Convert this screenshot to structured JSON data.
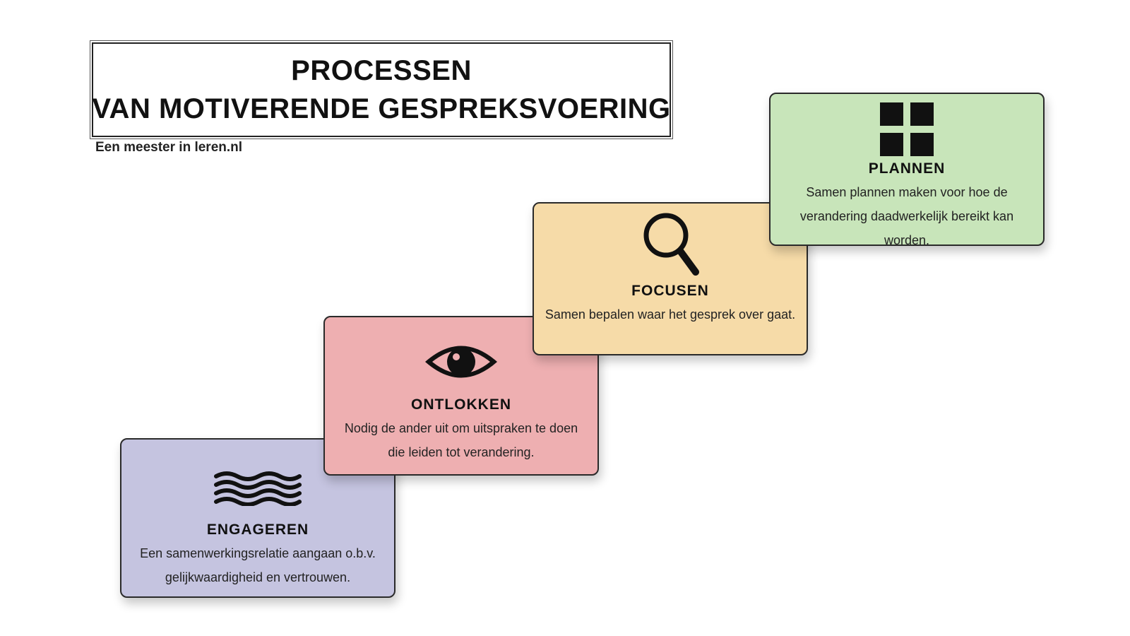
{
  "title": {
    "line1": "PROCESSEN",
    "line2": "VAN MOTIVERENDE GESPREKSVOERING"
  },
  "source": "Een meester in leren.nl",
  "cards": [
    {
      "title": "ENGAGEREN",
      "description": "Een samenwerkingsrelatie aangaan o.b.v. gelijkwaardigheid en vertrouwen.",
      "icon": "waves-icon",
      "color": "#c5c4e0"
    },
    {
      "title": "ONTLOKKEN",
      "description": "Nodig de ander uit om uitspraken te doen die leiden tot verandering.",
      "icon": "eye-icon",
      "color": "#eeafb1"
    },
    {
      "title": "FOCUSEN",
      "description": "Samen bepalen waar het gesprek over gaat.",
      "icon": "magnifier-icon",
      "color": "#f6dba8"
    },
    {
      "title": "PLANNEN",
      "description": "Samen plannen maken voor hoe de verandering daadwerkelijk bereikt kan worden.",
      "icon": "grid-icon",
      "color": "#c8e5ba"
    }
  ]
}
